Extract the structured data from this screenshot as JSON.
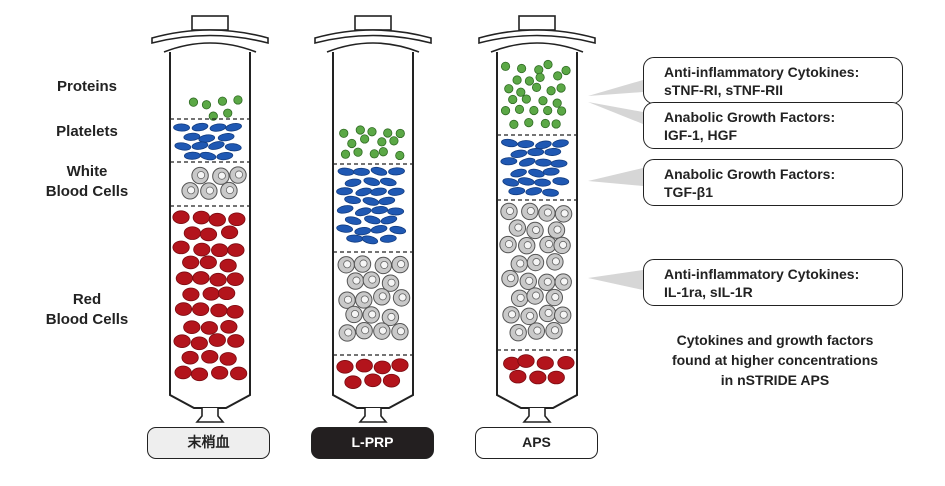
{
  "layer_labels": {
    "proteins": "Proteins",
    "platelets": "Platelets",
    "white_blood_cells": [
      "White",
      "Blood Cells"
    ],
    "red_blood_cells": [
      "Red",
      "Blood Cells"
    ]
  },
  "tubes": [
    {
      "label": "末梢血"
    },
    {
      "label": "L-PRP"
    },
    {
      "label": "APS"
    }
  ],
  "callouts": [
    {
      "lines": [
        "Anti-inflammatory Cytokines:",
        "sTNF-RI, sTNF-RII"
      ]
    },
    {
      "lines": [
        "Anabolic Growth Factors:",
        "IGF-1, HGF"
      ]
    },
    {
      "lines": [
        "Anabolic Growth Factors:",
        "TGF-β1"
      ]
    },
    {
      "lines": [
        "Anti-inflammatory Cytokines:",
        "IL-1ra, sIL-1R"
      ]
    }
  ],
  "caption": [
    "Cytokines and growth factors",
    "found at higher concentrations",
    "in nSTRIDE APS"
  ],
  "colors": {
    "protein": "#5ba846",
    "platelet": "#1f58b3",
    "white_blood_cell": "#c9c9c9",
    "red_blood_cell": "#b3141c",
    "outline": "#222222",
    "lprp_label_bg": "#231f20",
    "peripheral_label_bg": "#eeeeee"
  }
}
